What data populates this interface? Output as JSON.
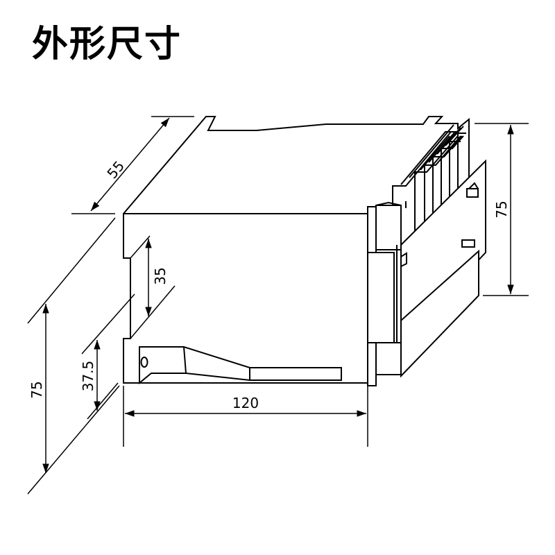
{
  "title": "外形尺寸",
  "dimensions": {
    "depth": "55",
    "height_right": "75",
    "height_left": "75",
    "height_upper_cutout": "35",
    "height_lower": "37.5",
    "width": "120"
  },
  "colors": {
    "line": "#000000",
    "background": "#ffffff"
  }
}
